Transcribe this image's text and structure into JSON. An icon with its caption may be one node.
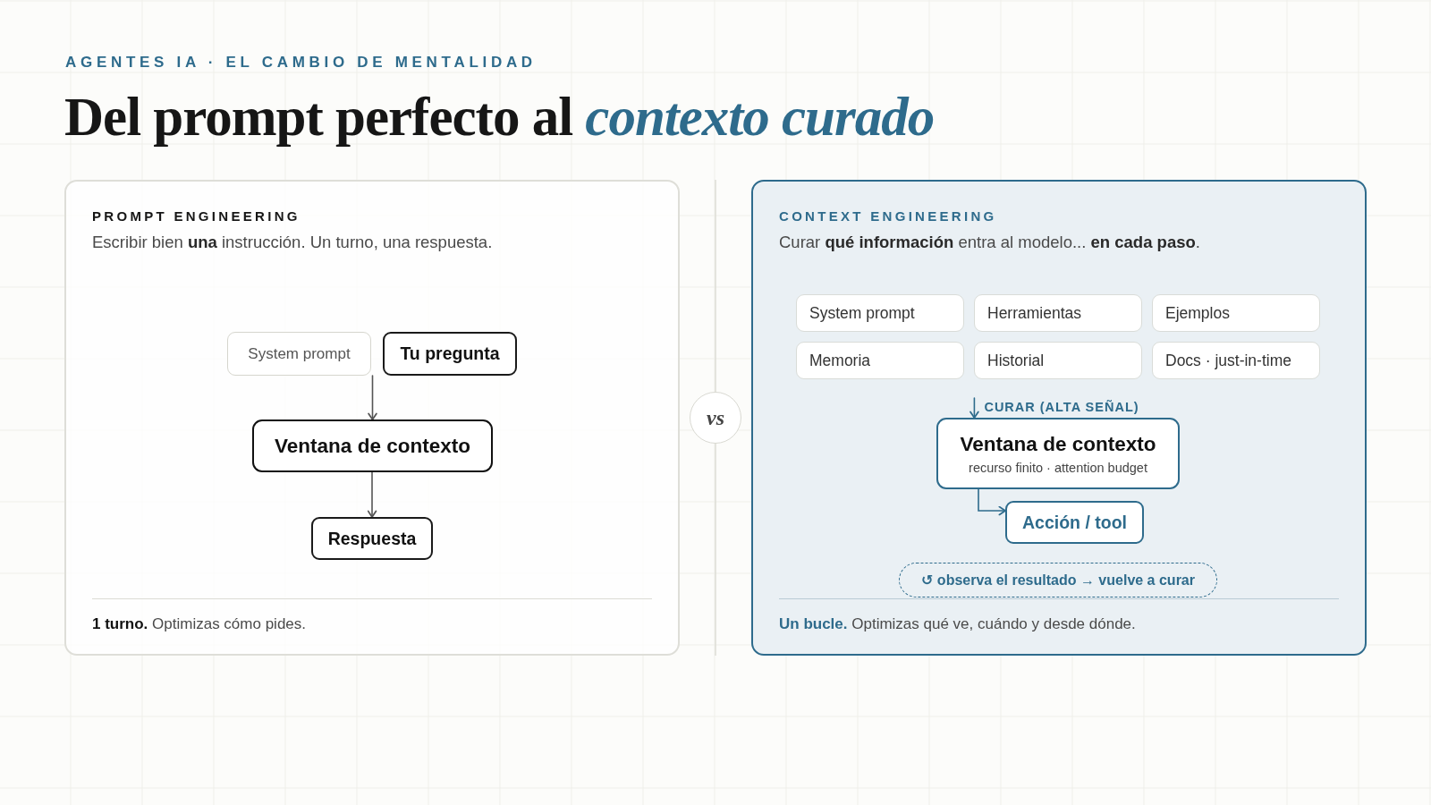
{
  "diagram": {
    "title": "Del prompt perfecto al *contexto curado*",
    "nodes": [
      {
        "text": [
          "PROMPT ENGINEERING",
          "Escribir bien **una** instrucción. Un turno, una respuesta.",
          "**1 turno.** Optimizas cómo pides."
        ]
      },
      {
        "text": [
          "System prompt"
        ],
        "in": 0
      },
      {
        "text": [
          "Tu pregunta"
        ],
        "in": 0
      },
      {
        "text": [
          "Ventana de contexto"
        ],
        "in": 0
      },
      {
        "text": [
          "Respuesta"
        ],
        "in": 0
      },
      {
        "text": [
          "vs"
        ]
      },
      {
        "text": [
          "CONTEXT ENGINEERING",
          "Curar **qué información** entra al modelo... **en cada paso**.",
          "**Un bucle.** Optimizas qué ve, cuándo y desde dónde."
        ]
      },
      {
        "text": [
          "System prompt"
        ],
        "in": 6
      },
      {
        "text": [
          "Herramientas"
        ],
        "in": 6
      },
      {
        "text": [
          "Ejemplos"
        ],
        "in": 6
      },
      {
        "text": [
          "Memoria"
        ],
        "in": 6
      },
      {
        "text": [
          "Historial"
        ],
        "in": 6
      },
      {
        "text": [
          "Docs · just-in-time"
        ],
        "in": 6
      },
      {
        "text": [
          "Ventana de contexto",
          "recurso finito · attention budget"
        ],
        "in": 6
      },
      {
        "text": [
          "Acción / tool"
        ],
        "in": 6
      },
      {
        "text": [
          "↺ observa el resultado → vuelve a curar"
        ],
        "in": 6
      }
    ],
    "edges": [
      {
        "from": 1,
        "to": 3,
        "arrow": "to",
        "color": "#555555"
      },
      {
        "from": 2,
        "to": 3,
        "arrow": "to",
        "color": "#555555"
      },
      {
        "from": 3,
        "to": 4,
        "arrow": "to",
        "color": "#555555"
      },
      {
        "from": null,
        "to": 13,
        "arrow": "to",
        "label": "CURAR (ALTA SEÑAL)"
      },
      {
        "from": 13,
        "to": 14,
        "arrow": "to"
      }
    ],
    "labels": [
      "AGENTES IA · EL CAMBIO DE MENTALIDAD"
    ]
  }
}
